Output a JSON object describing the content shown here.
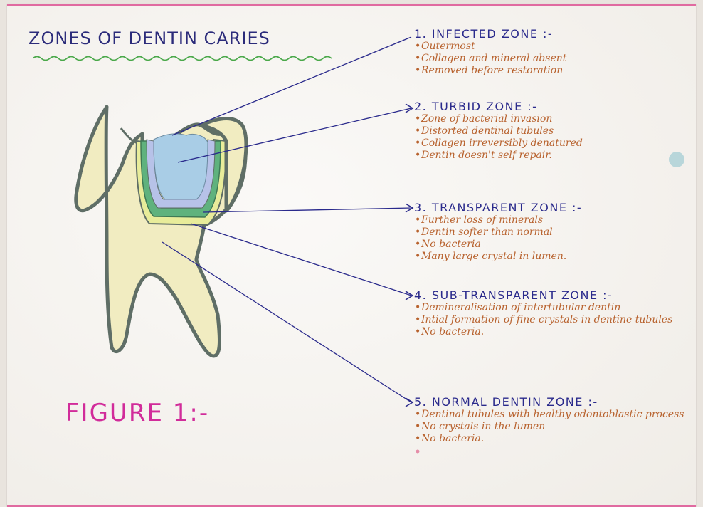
{
  "title": "ZONES OF DENTIN CARIES",
  "figure_label": "FIGURE 1:-",
  "zones": [
    {
      "heading": "1. INFECTED ZONE :-",
      "points": [
        "Outermost",
        "Collagen and mineral absent",
        "Removed before restoration"
      ]
    },
    {
      "heading": "2. TURBID ZONE :-",
      "points": [
        "Zone of bacterial invasion",
        "Distorted dentinal tubules",
        "Collagen irreversibly denatured",
        "Dentin doesn't self repair."
      ]
    },
    {
      "heading": "3. TRANSPARENT ZONE :-",
      "points": [
        "Further loss of minerals",
        "Dentin softer than normal",
        "No bacteria",
        "Many large crystal in lumen."
      ]
    },
    {
      "heading": "4. SUB-TRANSPARENT ZONE :-",
      "points": [
        "Demineralisation of intertubular dentin",
        "Intial formation of fine crystals in dentine tubules",
        "No bacteria."
      ]
    },
    {
      "heading": "5. NORMAL DENTIN ZONE :-",
      "points": [
        "Dentinal tubules with healthy odontoblastic process",
        "No crystals in the lumen",
        "No bacteria."
      ]
    }
  ],
  "colors": {
    "heading_ink": "#2a2a8c",
    "body_ink": "#b8622e",
    "figure_ink": "#d12c9a",
    "underline": "#4aa84a",
    "tooth_fill": "#f1ecc1",
    "tooth_outline": "#5f6e66",
    "infected_zone": "#a9cde6",
    "turbid_zone": "#b7c2e8",
    "transparent_zone": "#5fb27d",
    "subtransparent_zone": "#e8ec9a",
    "page_border": "#e06aa0"
  }
}
